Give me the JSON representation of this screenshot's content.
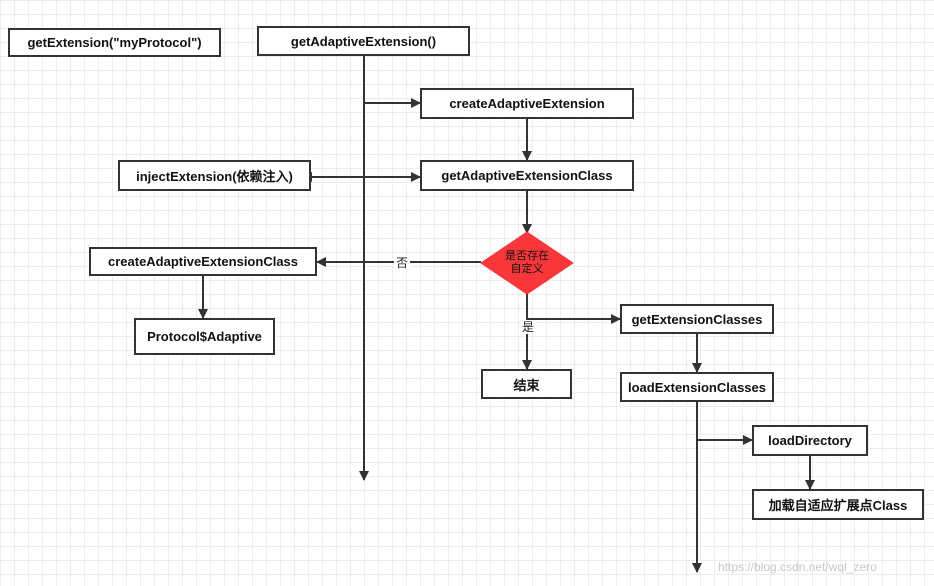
{
  "nodes": {
    "get_extension": "getExtension(\"myProtocol\")",
    "get_adaptive_extension": "getAdaptiveExtension()",
    "create_adaptive_extension": "createAdaptiveExtension",
    "get_adaptive_extension_class": "getAdaptiveExtensionClass",
    "inject_extension": "injectExtension(依赖注入)",
    "create_adaptive_extension_class": "createAdaptiveExtensionClass",
    "protocol_adaptive": "Protocol$Adaptive",
    "decision_line1": "是否存在",
    "decision_line2": "自定义",
    "end": "结束",
    "get_extension_classes": "getExtensionClasses",
    "load_extension_classes": "loadExtensionClasses",
    "load_directory": "loadDirectory",
    "load_extension_point": "加载自适应扩展点Class"
  },
  "labels": {
    "no": "否",
    "yes": "是"
  },
  "watermark": "https://blog.csdn.net/wql_zero",
  "colors": {
    "decision_fill": "#f9363a",
    "stroke": "#333333"
  }
}
